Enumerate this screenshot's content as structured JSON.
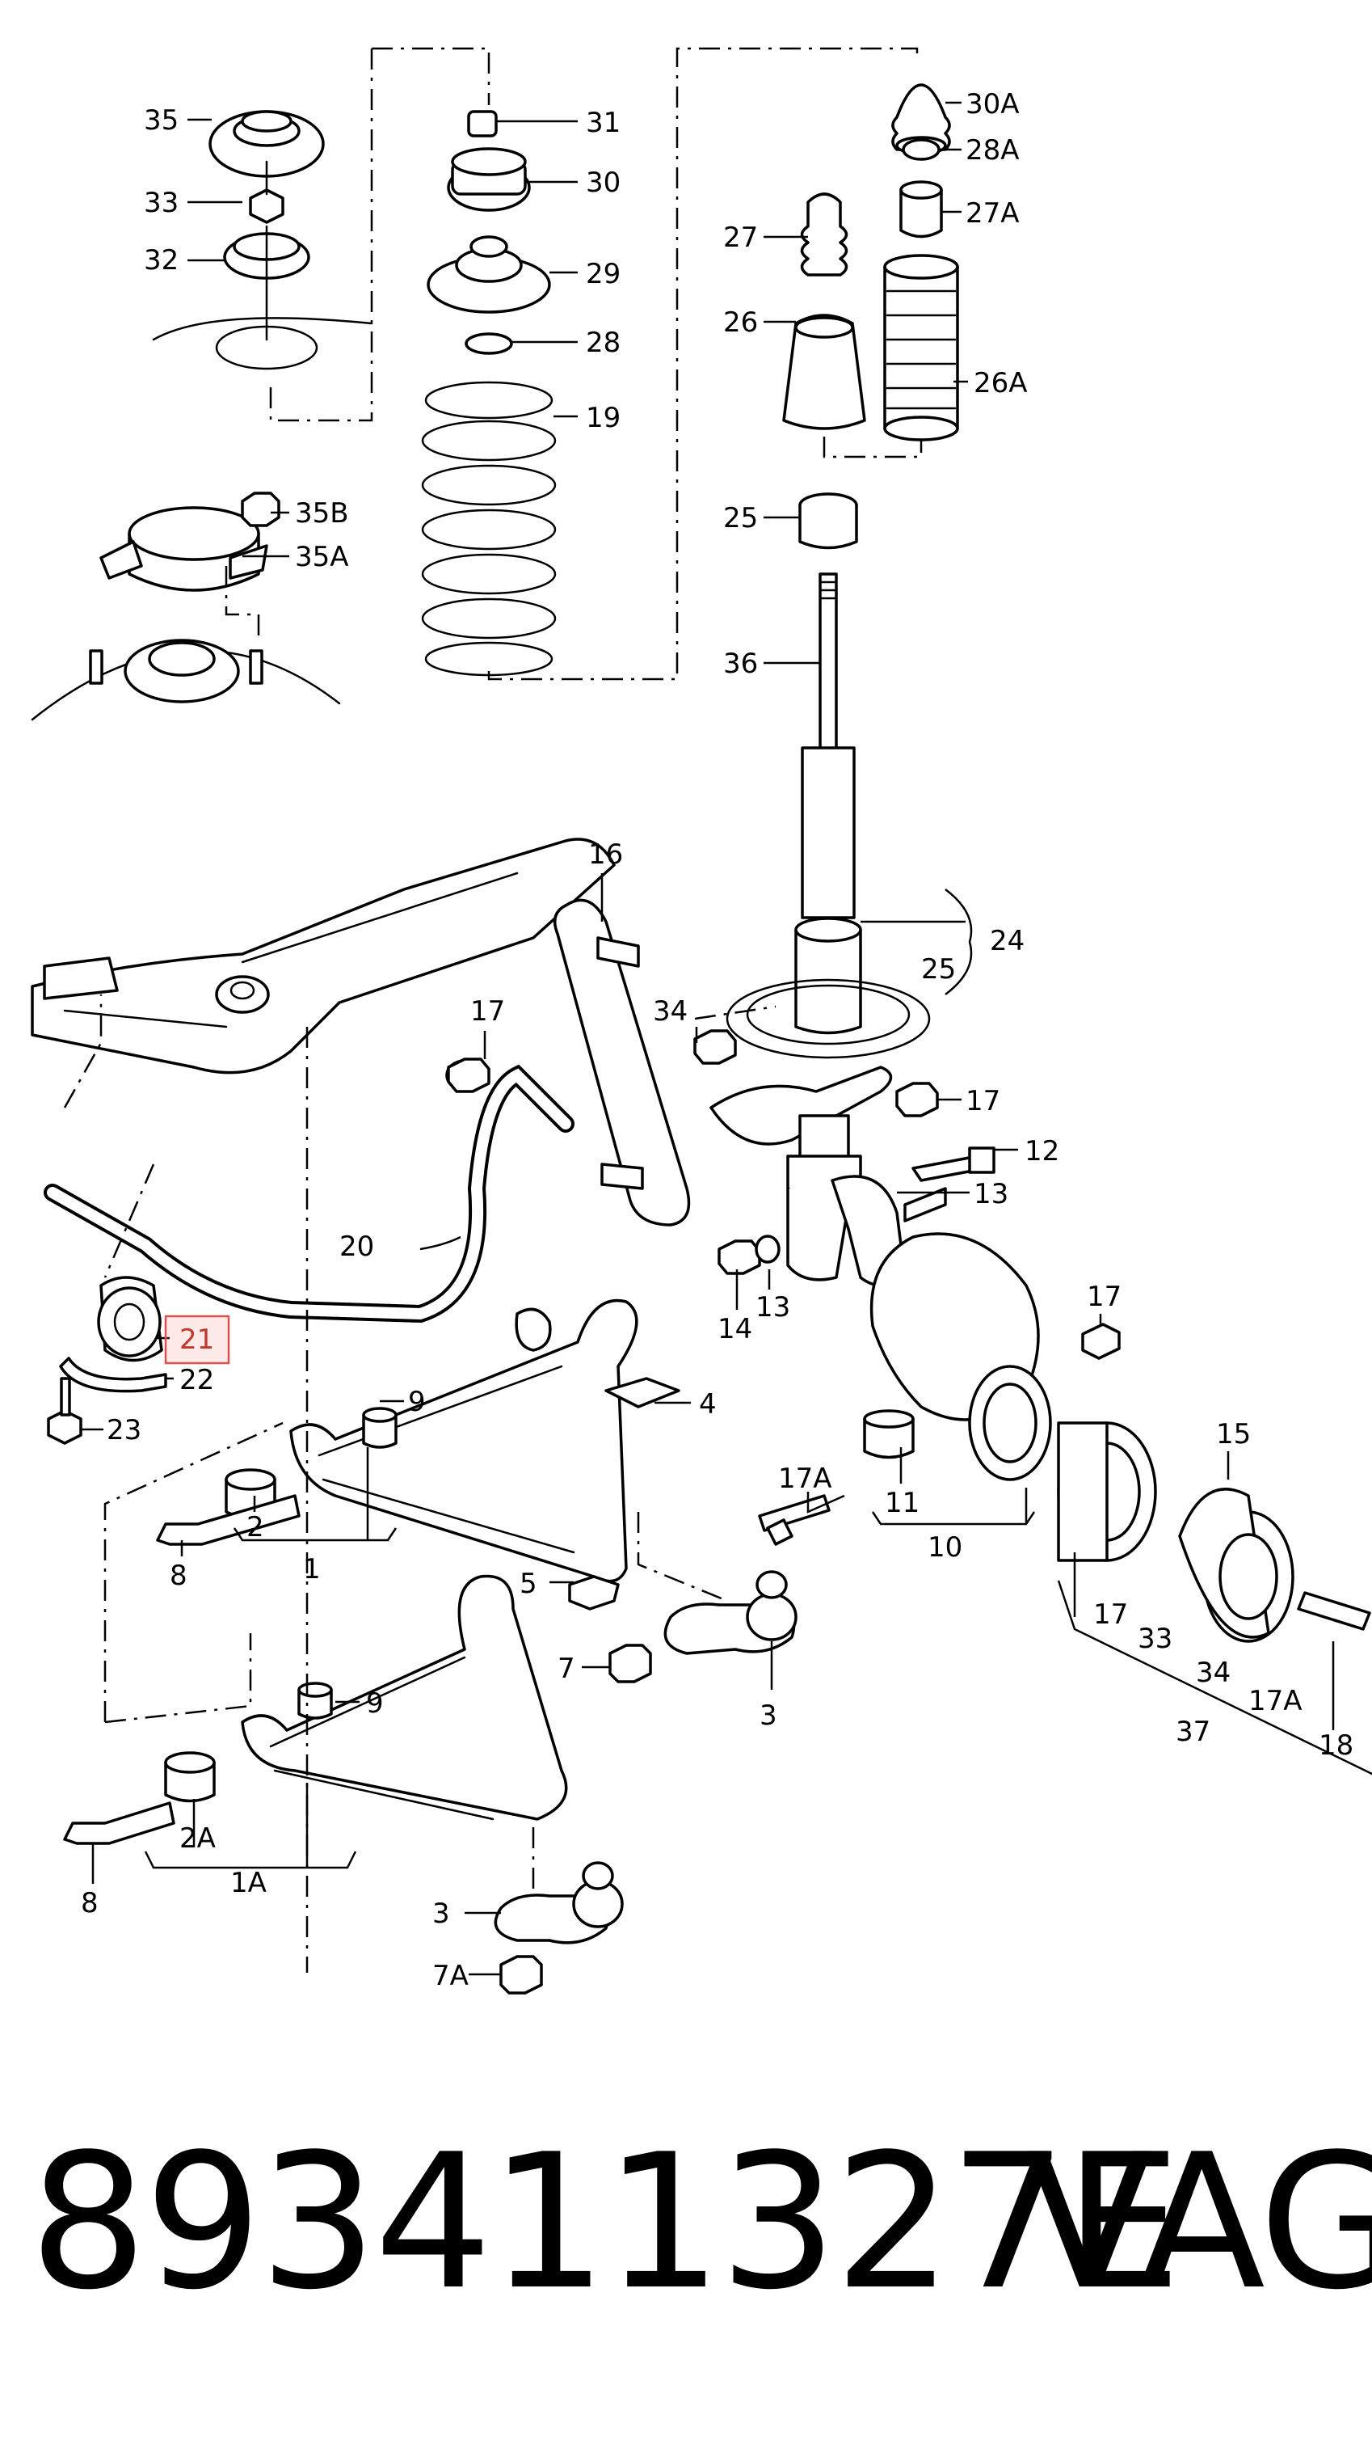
{
  "highlight": {
    "color": "#d9534f"
  },
  "callouts": {
    "c35": "35",
    "c33": "33",
    "c32": "32",
    "c31": "31",
    "c30": "30",
    "c29": "29",
    "c28": "28",
    "c19": "19",
    "c30A": "30A",
    "c28A": "28A",
    "c27A": "27A",
    "c27": "27",
    "c26": "26",
    "c26A": "26A",
    "c25a": "25",
    "c36": "36",
    "c35B": "35B",
    "c35A": "35A",
    "c16": "16",
    "c24": "24",
    "c25b": "25",
    "c17a": "17",
    "c34": "34",
    "c17b": "17",
    "c12": "12",
    "c13a": "13",
    "c20": "20",
    "c21": "21",
    "c22": "22",
    "c23": "23",
    "c9a": "9",
    "c4": "4",
    "c14": "14",
    "c13b": "13",
    "c17c": "17",
    "c15": "15",
    "c2": "2",
    "c1": "1",
    "c8a": "8",
    "c17A": "17A",
    "c11": "11",
    "c10": "10",
    "c5": "5",
    "c7": "7",
    "c3a": "3",
    "c17d": "17",
    "c34b": "34",
    "c17Ab": "17A",
    "c37": "37",
    "c18": "18",
    "c9b": "9",
    "c2A": "2A",
    "c1A": "1A",
    "c8b": "8",
    "c3b": "3",
    "c7A": "7A"
  },
  "footer": {
    "part_number": "893411327E",
    "brand": "VAG"
  }
}
